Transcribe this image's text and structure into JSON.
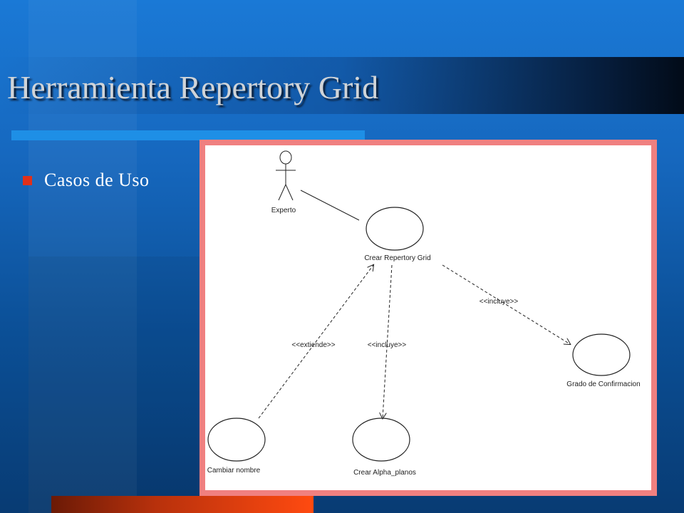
{
  "slide": {
    "title": "Herramienta Repertory Grid",
    "bullet": "Casos de Uso",
    "colors": {
      "background": "#1668bf",
      "bullet": "#e0301a",
      "frame_border": "#f08080",
      "title_text": "#d0d4d8"
    }
  },
  "diagram": {
    "actor": {
      "name": "Experto"
    },
    "use_cases": {
      "main": "Crear Repertory Grid",
      "grado": "Grado de Confirmacion",
      "cambiar": "Cambiar nombre",
      "alpha": "Crear Alpha_planos"
    },
    "relations": {
      "extiende": "<<extiende>>",
      "incluye_alpha": "<<incluye>>",
      "incluye_grado": "<<incluye>>"
    }
  }
}
